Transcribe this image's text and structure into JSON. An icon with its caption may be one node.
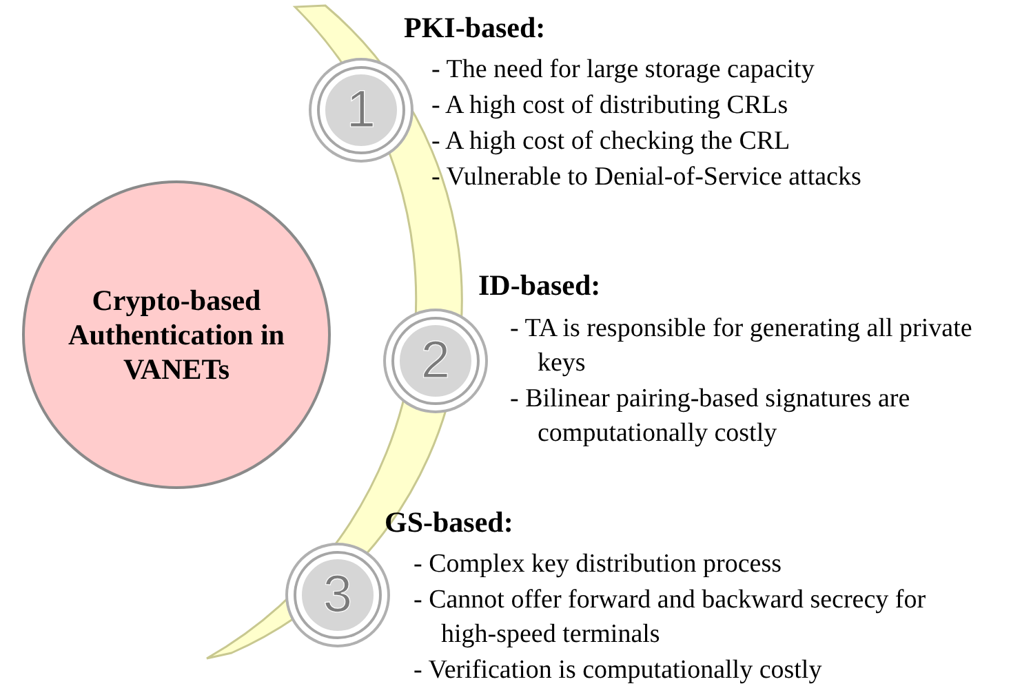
{
  "diagram": {
    "nodes": [
      {
        "text": [
          "Crypto-based Authentication in VANETs"
        ]
      },
      {
        "text": [
          "1"
        ],
        "beside": [
          "PKI-based:",
          "- The need for large storage capacity",
          "- A high cost of distributing CRLs",
          "- A high cost of checking the CRL",
          "- Vulnerable to Denial-of-Service attacks"
        ]
      },
      {
        "text": [
          "2"
        ],
        "beside": [
          "ID-based:",
          "- TA is responsible for generating all private keys",
          "- Bilinear pairing-based signatures are computationally costly"
        ]
      },
      {
        "text": [
          "3"
        ],
        "beside": [
          "GS-based:",
          "- Complex key distribution process",
          "- Cannot offer forward and backward secrecy for high-speed terminals",
          "- Verification is computationally costly"
        ]
      }
    ]
  }
}
